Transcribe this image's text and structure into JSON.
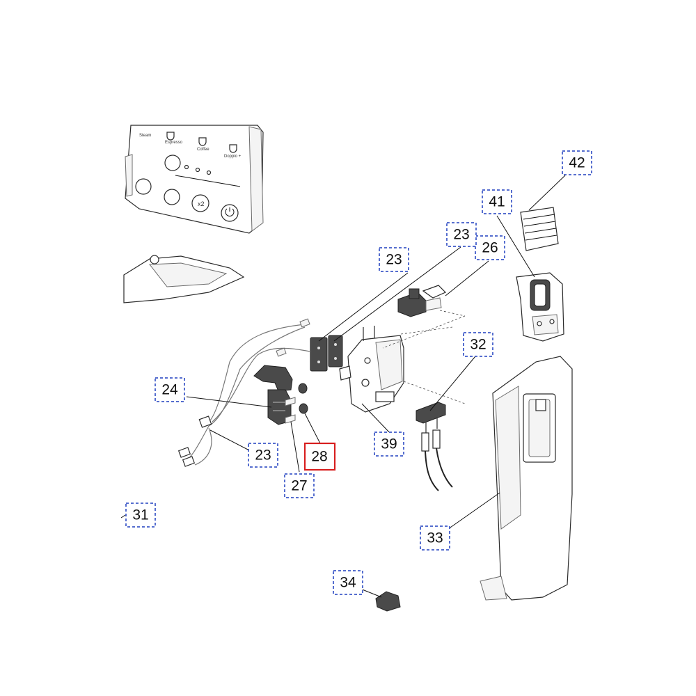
{
  "callouts": [
    {
      "id": "c42",
      "label": "42",
      "selected": false
    },
    {
      "id": "c41",
      "label": "41",
      "selected": false
    },
    {
      "id": "c23a",
      "label": "23",
      "selected": false
    },
    {
      "id": "c26",
      "label": "26",
      "selected": false
    },
    {
      "id": "c23b",
      "label": "23",
      "selected": false
    },
    {
      "id": "c32",
      "label": "32",
      "selected": false
    },
    {
      "id": "c24",
      "label": "24",
      "selected": false
    },
    {
      "id": "c23c",
      "label": "23",
      "selected": false
    },
    {
      "id": "c28",
      "label": "28",
      "selected": true
    },
    {
      "id": "c39",
      "label": "39",
      "selected": false
    },
    {
      "id": "c27",
      "label": "27",
      "selected": false
    },
    {
      "id": "c31",
      "label": "31",
      "selected": false
    },
    {
      "id": "c33",
      "label": "33",
      "selected": false
    },
    {
      "id": "c34",
      "label": "34",
      "selected": false
    }
  ],
  "control_panel": {
    "labels": [
      "Steam",
      "Espresso",
      "Coffee",
      "Doppio +"
    ],
    "button_x2": "x2"
  },
  "colors": {
    "callout_border": "#1f3fbf",
    "selected_border": "#d81e1e"
  }
}
